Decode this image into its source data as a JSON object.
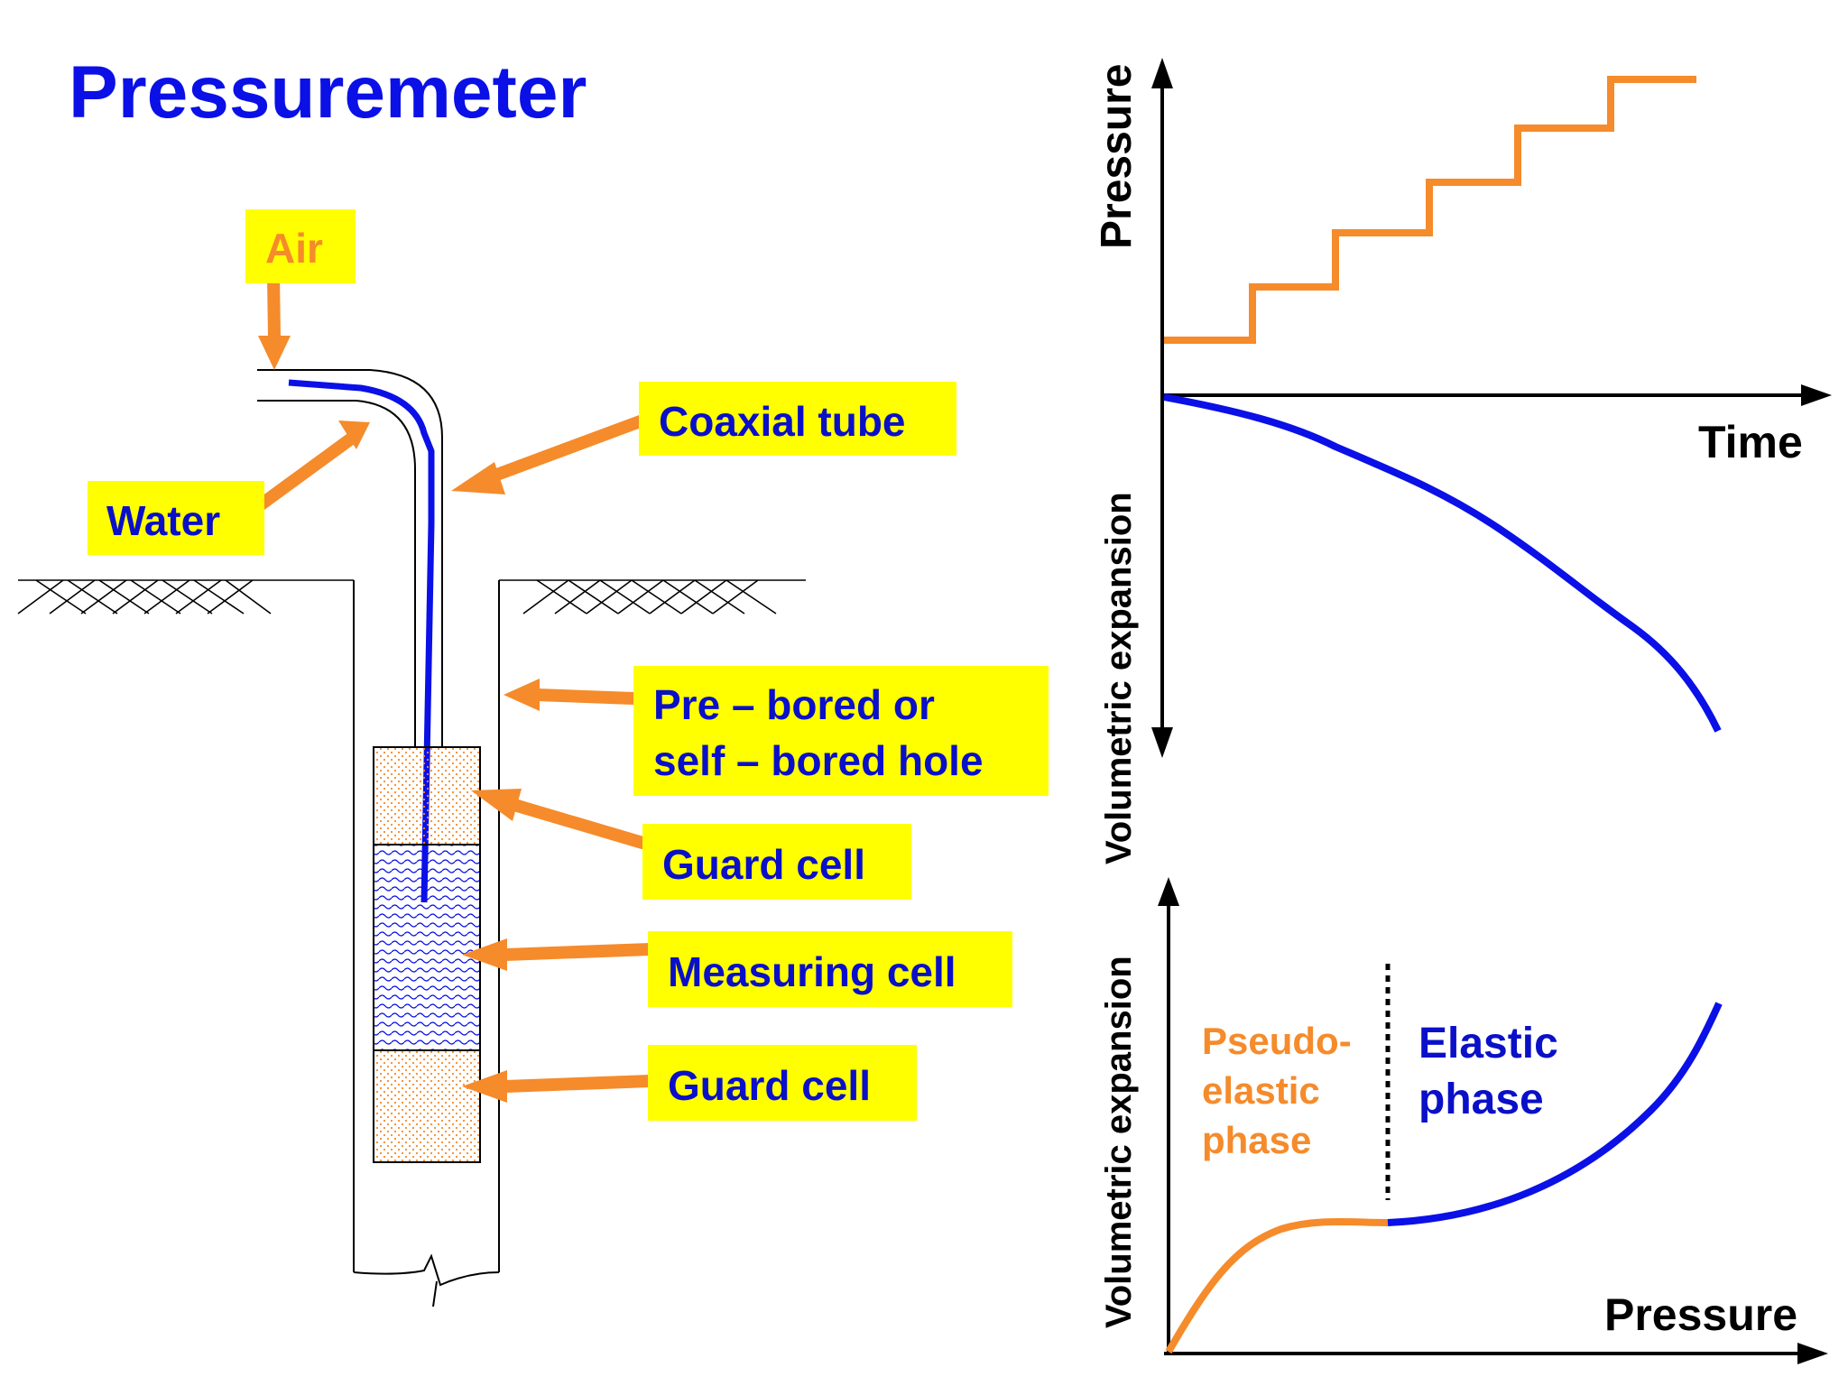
{
  "title": "Pressuremeter",
  "labels": {
    "air": "Air",
    "water": "Water",
    "coaxial_tube": "Coaxial tube",
    "hole_line1": "Pre – bored or",
    "hole_line2": "self – bored hole",
    "guard_cell_top": "Guard cell",
    "measuring_cell": "Measuring cell",
    "guard_cell_bottom": "Guard cell"
  },
  "colors": {
    "orange": "#f58b2b",
    "blue": "#0a10e6",
    "label_bg": "#ffff00"
  },
  "charts": {
    "top": {
      "y_label_up": "Pressure",
      "y_label_down": "Volumetric expansion",
      "x_label": "Time"
    },
    "bottom": {
      "y_label": "Volumetric expansion",
      "x_label": "Pressure",
      "phase_left_line1": "Pseudo-",
      "phase_left_line2": "elastic",
      "phase_left_line3": "phase",
      "phase_right_line1": "Elastic",
      "phase_right_line2": "phase"
    }
  }
}
